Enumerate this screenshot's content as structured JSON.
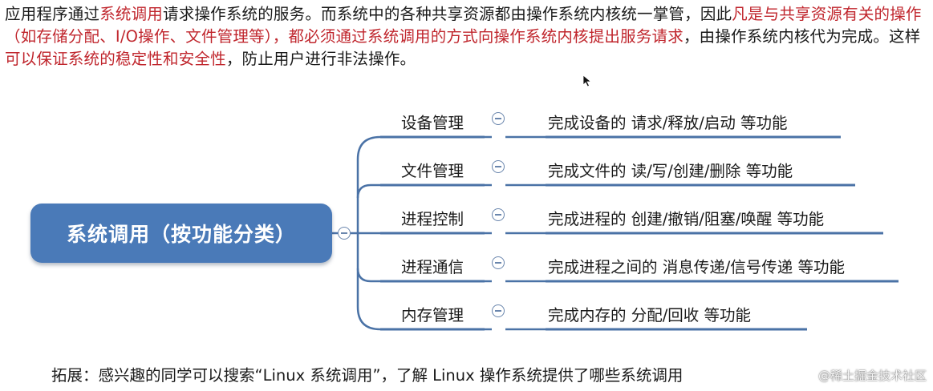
{
  "intro": {
    "p1": "应用程序通过",
    "r1": "系统调用",
    "p2": "请求操作系统的服务。而系统中的各种共享资源都由操作系统内核统一掌管，因此",
    "r2": "凡是与共享资源有关的操作（如存储分配、I/O操作、文件管理等），都必须通过系统调用的方式向操作系统内核提出服务请求",
    "p3": "，由操作系统内核代为完成。这样",
    "r3": "可以保证系统的稳定性和安全性",
    "p4": "，防止用户进行非法操作。"
  },
  "root": {
    "label": "系统调用（按功能分类）"
  },
  "branches": [
    {
      "category": "设备管理",
      "function": "完成设备的 请求/释放/启动 等功能"
    },
    {
      "category": "文件管理",
      "function": "完成文件的 读/写/创建/删除 等功能"
    },
    {
      "category": "进程控制",
      "function": "完成进程的 创建/撤销/阻塞/唤醒 等功能"
    },
    {
      "category": "进程通信",
      "function": "完成进程之间的 消息传递/信号传递 等功能"
    },
    {
      "category": "内存管理",
      "function": "完成内存的 分配/回收 等功能"
    }
  ],
  "footer": {
    "text": "拓展：感兴趣的同学可以搜索“Linux 系统调用”，了解 Linux 操作系统提供了哪些系统调用"
  },
  "watermark": {
    "text": "@稀土掘金技术社区"
  },
  "colors": {
    "accent_red": "#c0262d",
    "root_fill": "#4a7ab8",
    "branch_line": "#4a72a6"
  }
}
